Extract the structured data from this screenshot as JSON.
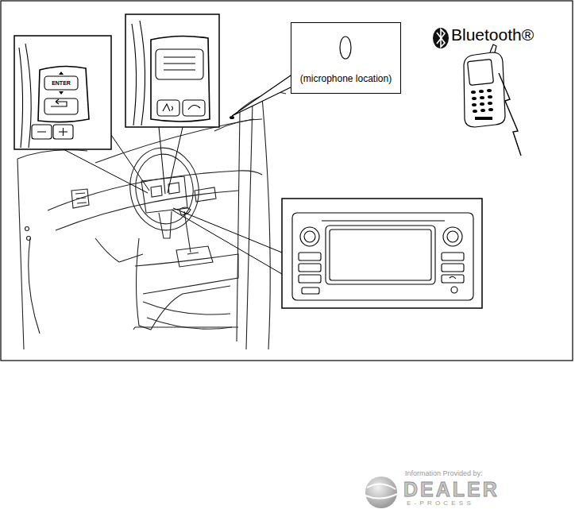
{
  "diagram": {
    "nodes": [
      {
        "text": [
          "(microphone location)"
        ]
      }
    ],
    "labels": [
      "ENTER",
      "Bluetooth®",
      "Information Provided by:",
      "DEALER",
      "E-PROCESS"
    ]
  }
}
